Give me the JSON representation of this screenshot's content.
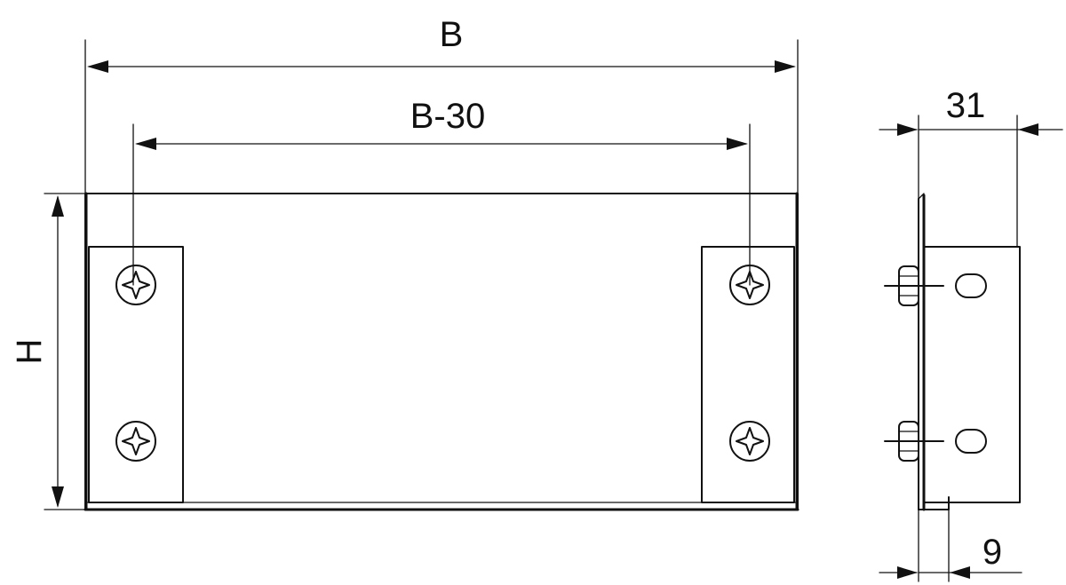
{
  "dimensions": {
    "overall_width": "B",
    "hole_spacing": "B-30",
    "height": "H",
    "depth": "31",
    "offset": "9"
  },
  "views": [
    "front-view",
    "side-view"
  ],
  "colors": {
    "line": "#111111",
    "background": "#ffffff"
  }
}
